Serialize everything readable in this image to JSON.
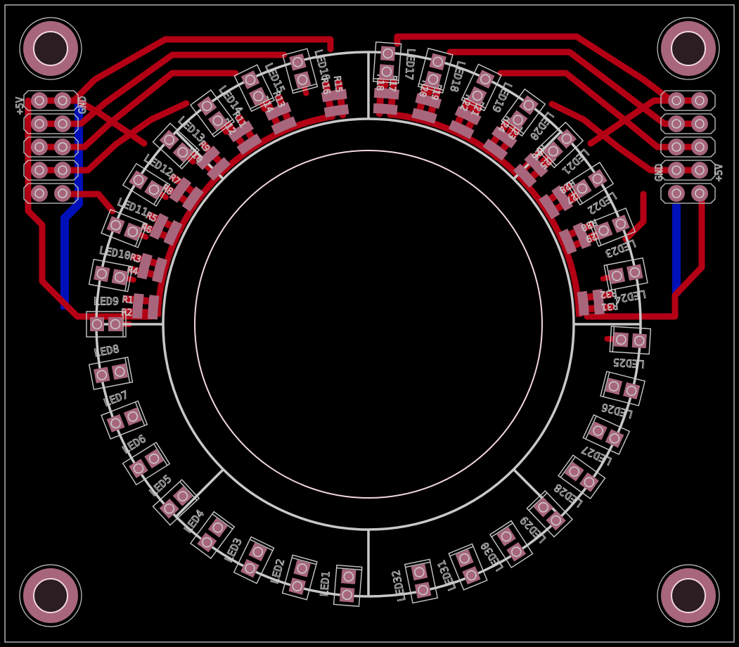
{
  "colors": {
    "background": "#000000",
    "silkscreen": "#c8c8c8",
    "top_copper": "#b30015",
    "bottom_copper": "#0010b8",
    "pad": "#a8667c",
    "hole": "#2b1d22",
    "inner_ring": "#f2d6e2"
  },
  "header_left": {
    "label_power": "+5V",
    "label_ground": "GND"
  },
  "header_right": {
    "label_power": "+5V",
    "label_ground": "GND"
  },
  "leds": [
    {
      "ref": "LED1",
      "angle": 265.5
    },
    {
      "ref": "LED2",
      "angle": 254.8
    },
    {
      "ref": "LED3",
      "angle": 244.1
    },
    {
      "ref": "LED4",
      "angle": 233.5
    },
    {
      "ref": "LED5",
      "angle": 222.8
    },
    {
      "ref": "LED6",
      "angle": 212.1
    },
    {
      "ref": "LED7",
      "angle": 201.4
    },
    {
      "ref": "LED8",
      "angle": 190.8
    },
    {
      "ref": "LED9",
      "angle": 180.0
    },
    {
      "ref": "LED10",
      "angle": 169.3
    },
    {
      "ref": "LED11",
      "angle": 158.6
    },
    {
      "ref": "LED12",
      "angle": 147.9
    },
    {
      "ref": "LED13",
      "angle": 137.2
    },
    {
      "ref": "LED14",
      "angle": 126.5
    },
    {
      "ref": "LED15",
      "angle": 115.8
    },
    {
      "ref": "LED16",
      "angle": 105.1
    },
    {
      "ref": "LED17",
      "angle": 85.9
    },
    {
      "ref": "LED18",
      "angle": 75.2
    },
    {
      "ref": "LED19",
      "angle": 64.5
    },
    {
      "ref": "LED20",
      "angle": 53.8
    },
    {
      "ref": "LED21",
      "angle": 43.1
    },
    {
      "ref": "LED22",
      "angle": 32.4
    },
    {
      "ref": "LED23",
      "angle": 21.7
    },
    {
      "ref": "LED24",
      "angle": 11.0
    },
    {
      "ref": "LED25",
      "angle": 356.5
    },
    {
      "ref": "LED26",
      "angle": 345.8
    },
    {
      "ref": "LED27",
      "angle": 335.1
    },
    {
      "ref": "LED28",
      "angle": 324.4
    },
    {
      "ref": "LED29",
      "angle": 313.7
    },
    {
      "ref": "LED30",
      "angle": 303.0
    },
    {
      "ref": "LED31",
      "angle": 292.3
    },
    {
      "ref": "LED32",
      "angle": 281.6
    }
  ],
  "resistors": [
    {
      "ref": "R1",
      "angle": 174.0
    },
    {
      "ref": "R2",
      "angle": 177.0
    },
    {
      "ref": "R3",
      "angle": 164.0
    },
    {
      "ref": "R4",
      "angle": 167.0
    },
    {
      "ref": "R5",
      "angle": 153.5
    },
    {
      "ref": "R6",
      "angle": 156.5
    },
    {
      "ref": "R7",
      "angle": 143.0
    },
    {
      "ref": "R8",
      "angle": 146.0
    },
    {
      "ref": "R9",
      "angle": 132.5
    },
    {
      "ref": "R10",
      "angle": 135.5
    },
    {
      "ref": "R11",
      "angle": 122.0
    },
    {
      "ref": "R12",
      "angle": 125.0
    },
    {
      "ref": "R13",
      "angle": 111.5
    },
    {
      "ref": "R14",
      "angle": 114.5
    },
    {
      "ref": "R15",
      "angle": 97.0
    },
    {
      "ref": "R16",
      "angle": 100.0
    },
    {
      "ref": "R17",
      "angle": 84.0
    },
    {
      "ref": "R18",
      "angle": 87.0
    },
    {
      "ref": "R19",
      "angle": 73.5
    },
    {
      "ref": "R20",
      "angle": 76.5
    },
    {
      "ref": "R21",
      "angle": 63.0
    },
    {
      "ref": "R22",
      "angle": 66.0
    },
    {
      "ref": "R23",
      "angle": 52.5
    },
    {
      "ref": "R24",
      "angle": 55.5
    },
    {
      "ref": "R25",
      "angle": 42.0
    },
    {
      "ref": "R26",
      "angle": 45.0
    },
    {
      "ref": "R27",
      "angle": 31.5
    },
    {
      "ref": "R28",
      "angle": 34.5
    },
    {
      "ref": "R29",
      "angle": 21.0
    },
    {
      "ref": "R30",
      "angle": 24.0
    },
    {
      "ref": "R31",
      "angle": 4.0
    },
    {
      "ref": "R32",
      "angle": 7.0
    }
  ]
}
